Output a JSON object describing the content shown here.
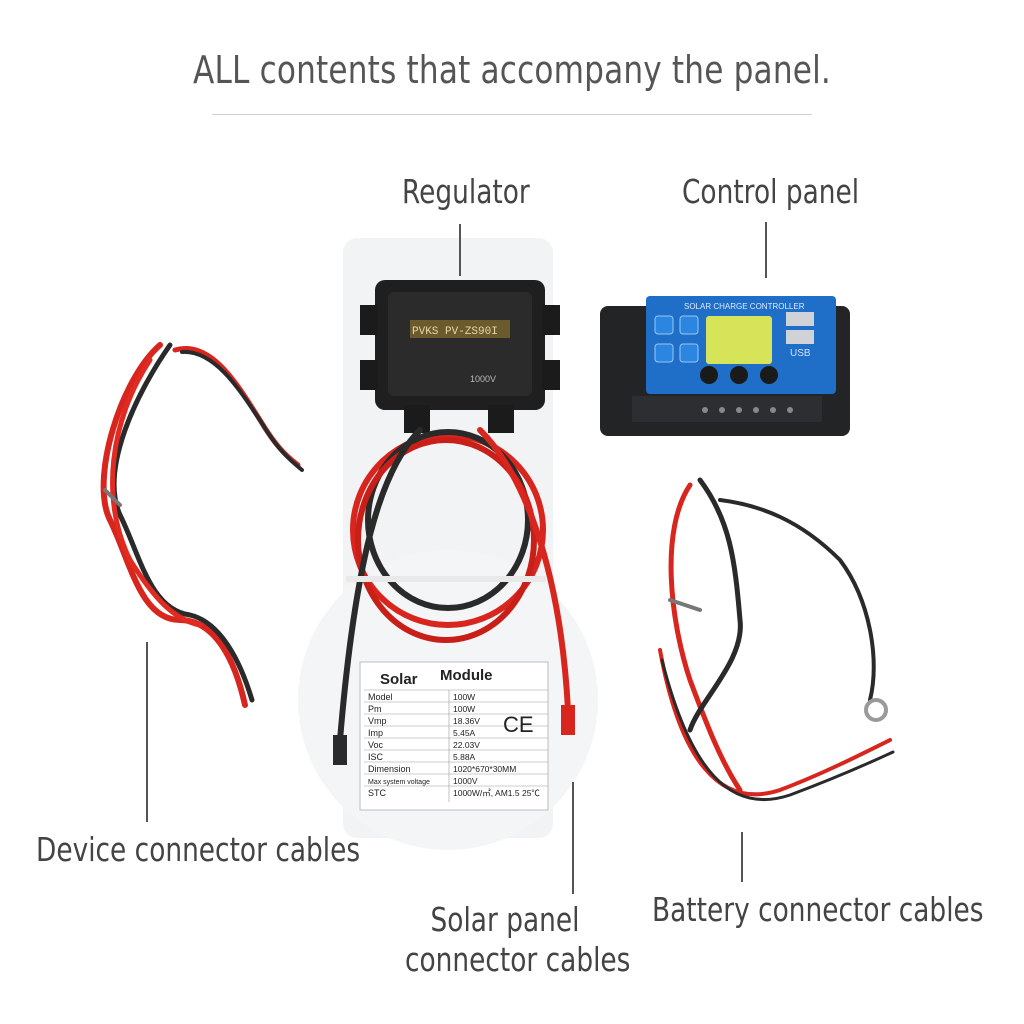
{
  "title": "ALL contents that accompany the panel.",
  "labels": {
    "regulator": "Regulator",
    "control_panel": "Control panel",
    "device_cables": "Device connector cables",
    "solar_cables_line1": "Solar panel",
    "solar_cables_line2": "connector cables",
    "battery_cables": "Battery connector cables"
  },
  "regulator_marking": "PVKS PV-ZS90I",
  "regulator_rating": "1000V",
  "controller": {
    "title": "SOLAR CHARGE CONTROLLER",
    "usb": "USB"
  },
  "nameplate": {
    "heading_word1": "Solar",
    "heading_word2": "Module",
    "ce_mark": "CE",
    "rows": [
      {
        "key": "Model",
        "value": "100W"
      },
      {
        "key": "Pm",
        "value": "100W"
      },
      {
        "key": "Vmp",
        "value": "18.36V"
      },
      {
        "key": "Imp",
        "value": "5.45A"
      },
      {
        "key": "Voc",
        "value": "22.03V"
      },
      {
        "key": "ISC",
        "value": "5.88A"
      },
      {
        "key": "Dimension",
        "value": "1020*670*30MM"
      },
      {
        "key": "Max system voltage",
        "value": "1000V"
      },
      {
        "key": "STC",
        "value": "1000W/㎡, AM1.5 25℃"
      }
    ]
  },
  "colors": {
    "cable_red": "#d8261f",
    "cable_black": "#2a2a2a",
    "controller_blue": "#1f6fc9",
    "lcd": "#d7e45a",
    "text": "#444444"
  }
}
